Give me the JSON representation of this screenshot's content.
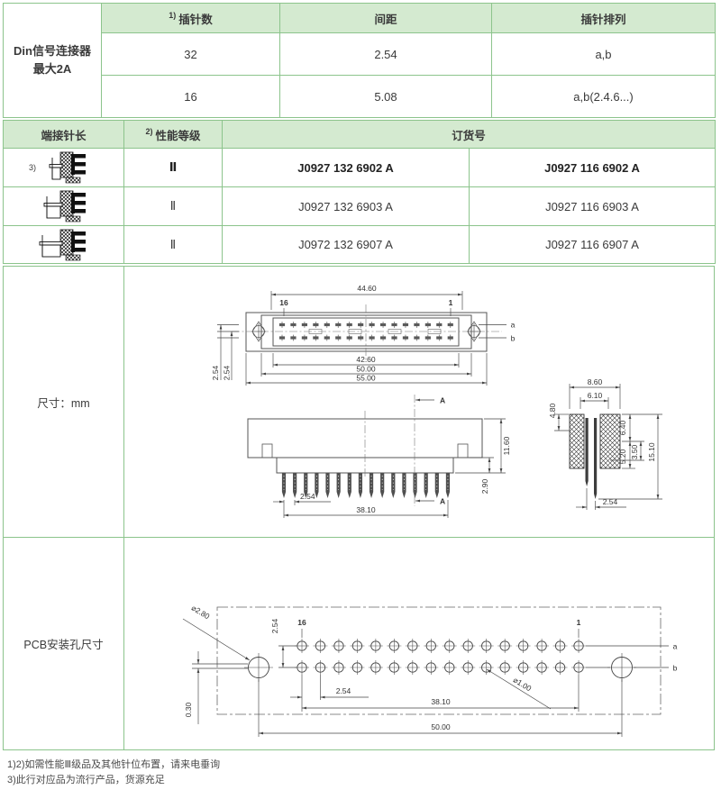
{
  "colors": {
    "table_border": "#8cc48c",
    "header_bg": "#d4ead0",
    "text": "#3a3a3a"
  },
  "table1": {
    "product_line1": "Din信号连接器",
    "product_line2": "最大2A",
    "col_headers": [
      {
        "sup": "1)",
        "label": "插针数"
      },
      {
        "label": "间距"
      },
      {
        "label": "插针排列"
      }
    ],
    "rows": [
      {
        "pins": "32",
        "pitch": "2.54",
        "arrangement": "a,b"
      },
      {
        "pins": "16",
        "pitch": "5.08",
        "arrangement": "a,b(2.4.6...)"
      }
    ]
  },
  "table2": {
    "headers": {
      "h1": "端接针长",
      "h2_sup": "2)",
      "h2": "性能等级",
      "h3": "订货号"
    },
    "rows": [
      {
        "note": "3)",
        "pin_style": "short",
        "grade": "Ⅱ",
        "order_132": "J0927 132 6902 A",
        "order_116": "J0927 116 6902 A"
      },
      {
        "note": "",
        "pin_style": "medium",
        "grade": "Ⅱ",
        "order_132": "J0927 132 6903 A",
        "order_116": "J0927 116 6903 A"
      },
      {
        "note": "",
        "pin_style": "long",
        "grade": "Ⅱ",
        "order_132": "J0972 132 6907 A",
        "order_116": "J0927 116 6907 A"
      }
    ]
  },
  "sections": {
    "dims_label": "尺寸：mm",
    "pcb_label": "PCB安装孔尺寸"
  },
  "footnotes": [
    "1)2)如需性能Ⅲ级品及其他针位布置，请来电垂询",
    "3)此行对应品为流行产品，货源充足"
  ],
  "drawings": {
    "front": {
      "pin_count": 16,
      "dim_top": "44.60",
      "pin_left": "16",
      "pin_right": "1",
      "row_a": "a",
      "row_b": "b",
      "dim_b1": "42.60",
      "dim_b2": "50.00",
      "dim_b3": "55.00",
      "dim_l1": "2.54",
      "dim_l2": "2.54"
    },
    "side": {
      "pin_count": 16,
      "section_top": "A",
      "section_bottom": "A",
      "dim_h": "11.60",
      "dim_tail": "2.90",
      "dim_pitch": "2.54",
      "dim_span": "38.10"
    },
    "section": {
      "dim_w": "8.60",
      "dim_slot": "6.10",
      "dim_l": "4.80",
      "dim_r1": "6.40",
      "dim_r2": "5.20",
      "dim_r3": "3.50",
      "dim_r4": "15.10",
      "dim_pitch": "2.54"
    },
    "pcb": {
      "hole_count": 16,
      "dia_mount": "⌀2.80",
      "dim_row": "2.54",
      "pin_left": "16",
      "pin_right": "1",
      "row_a": "a",
      "row_b": "b",
      "dim_pitch": "2.54",
      "dim_span": "38.10",
      "dia_hole": "⌀1.00",
      "dim_total": "50.00",
      "dim_offset": "0.30"
    }
  }
}
